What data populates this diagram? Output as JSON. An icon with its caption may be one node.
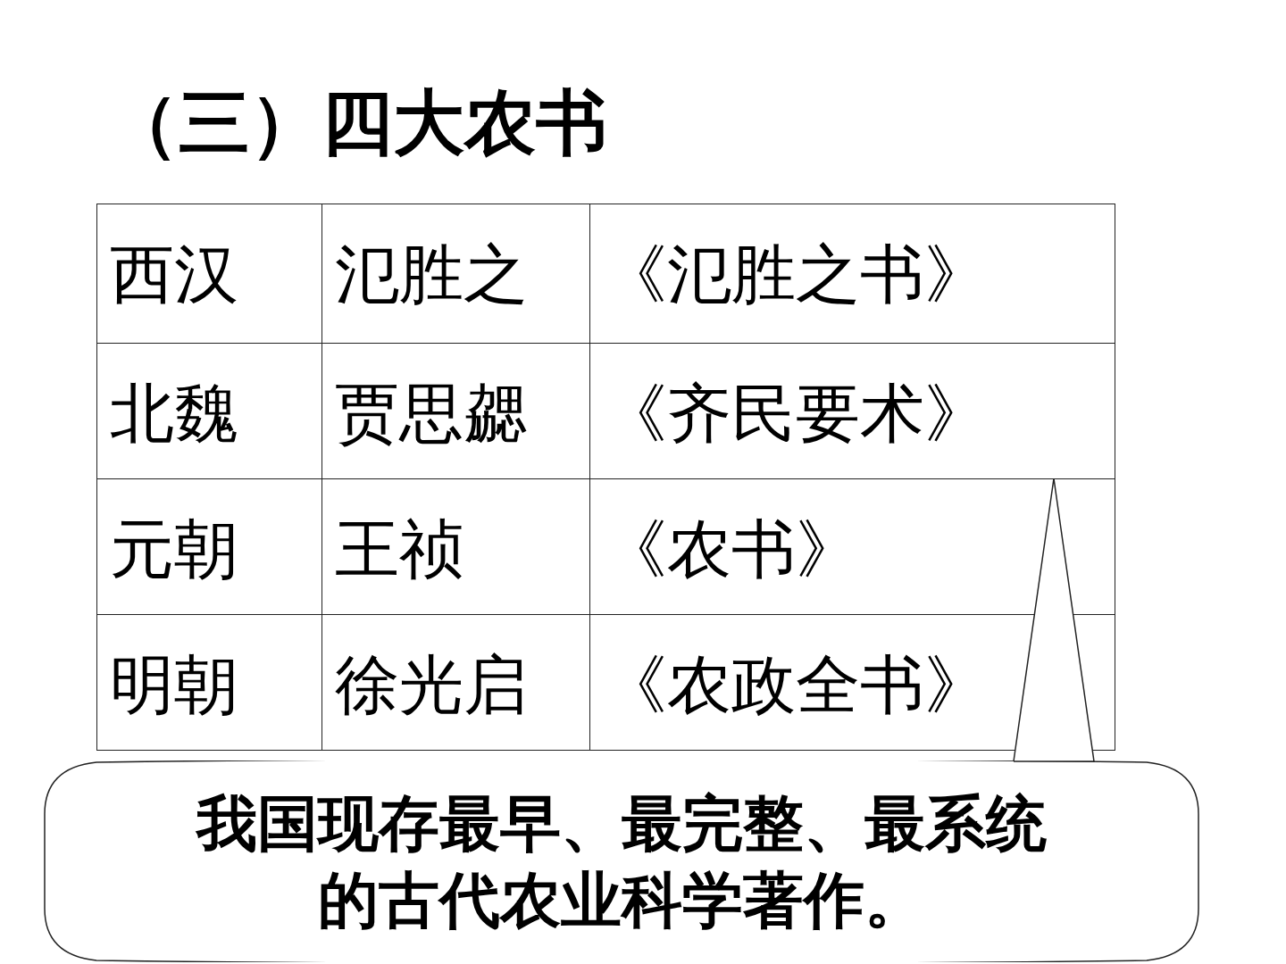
{
  "diagram": {
    "title": "（三）四大农书",
    "nodes": [
      {
        "text": [
          "西汉"
        ]
      },
      {
        "text": [
          "氾胜之"
        ]
      },
      {
        "text": [
          "《氾胜之书》"
        ]
      },
      {
        "text": [
          "北魏"
        ]
      },
      {
        "text": [
          "贾思勰"
        ]
      },
      {
        "text": [
          "《齐民要术》"
        ]
      },
      {
        "text": [
          "元朝"
        ]
      },
      {
        "text": [
          "王祯"
        ]
      },
      {
        "text": [
          "《农书》"
        ]
      },
      {
        "text": [
          "明朝"
        ]
      },
      {
        "text": [
          "徐光启"
        ]
      },
      {
        "text": [
          "《农政全书》"
        ]
      },
      {
        "text": [
          "我国现存最早、最完整、最系统的古代农业科学著作。"
        ]
      }
    ],
    "edges": [
      {
        "from": 12,
        "to": 5,
        "arrow": "none"
      }
    ]
  }
}
